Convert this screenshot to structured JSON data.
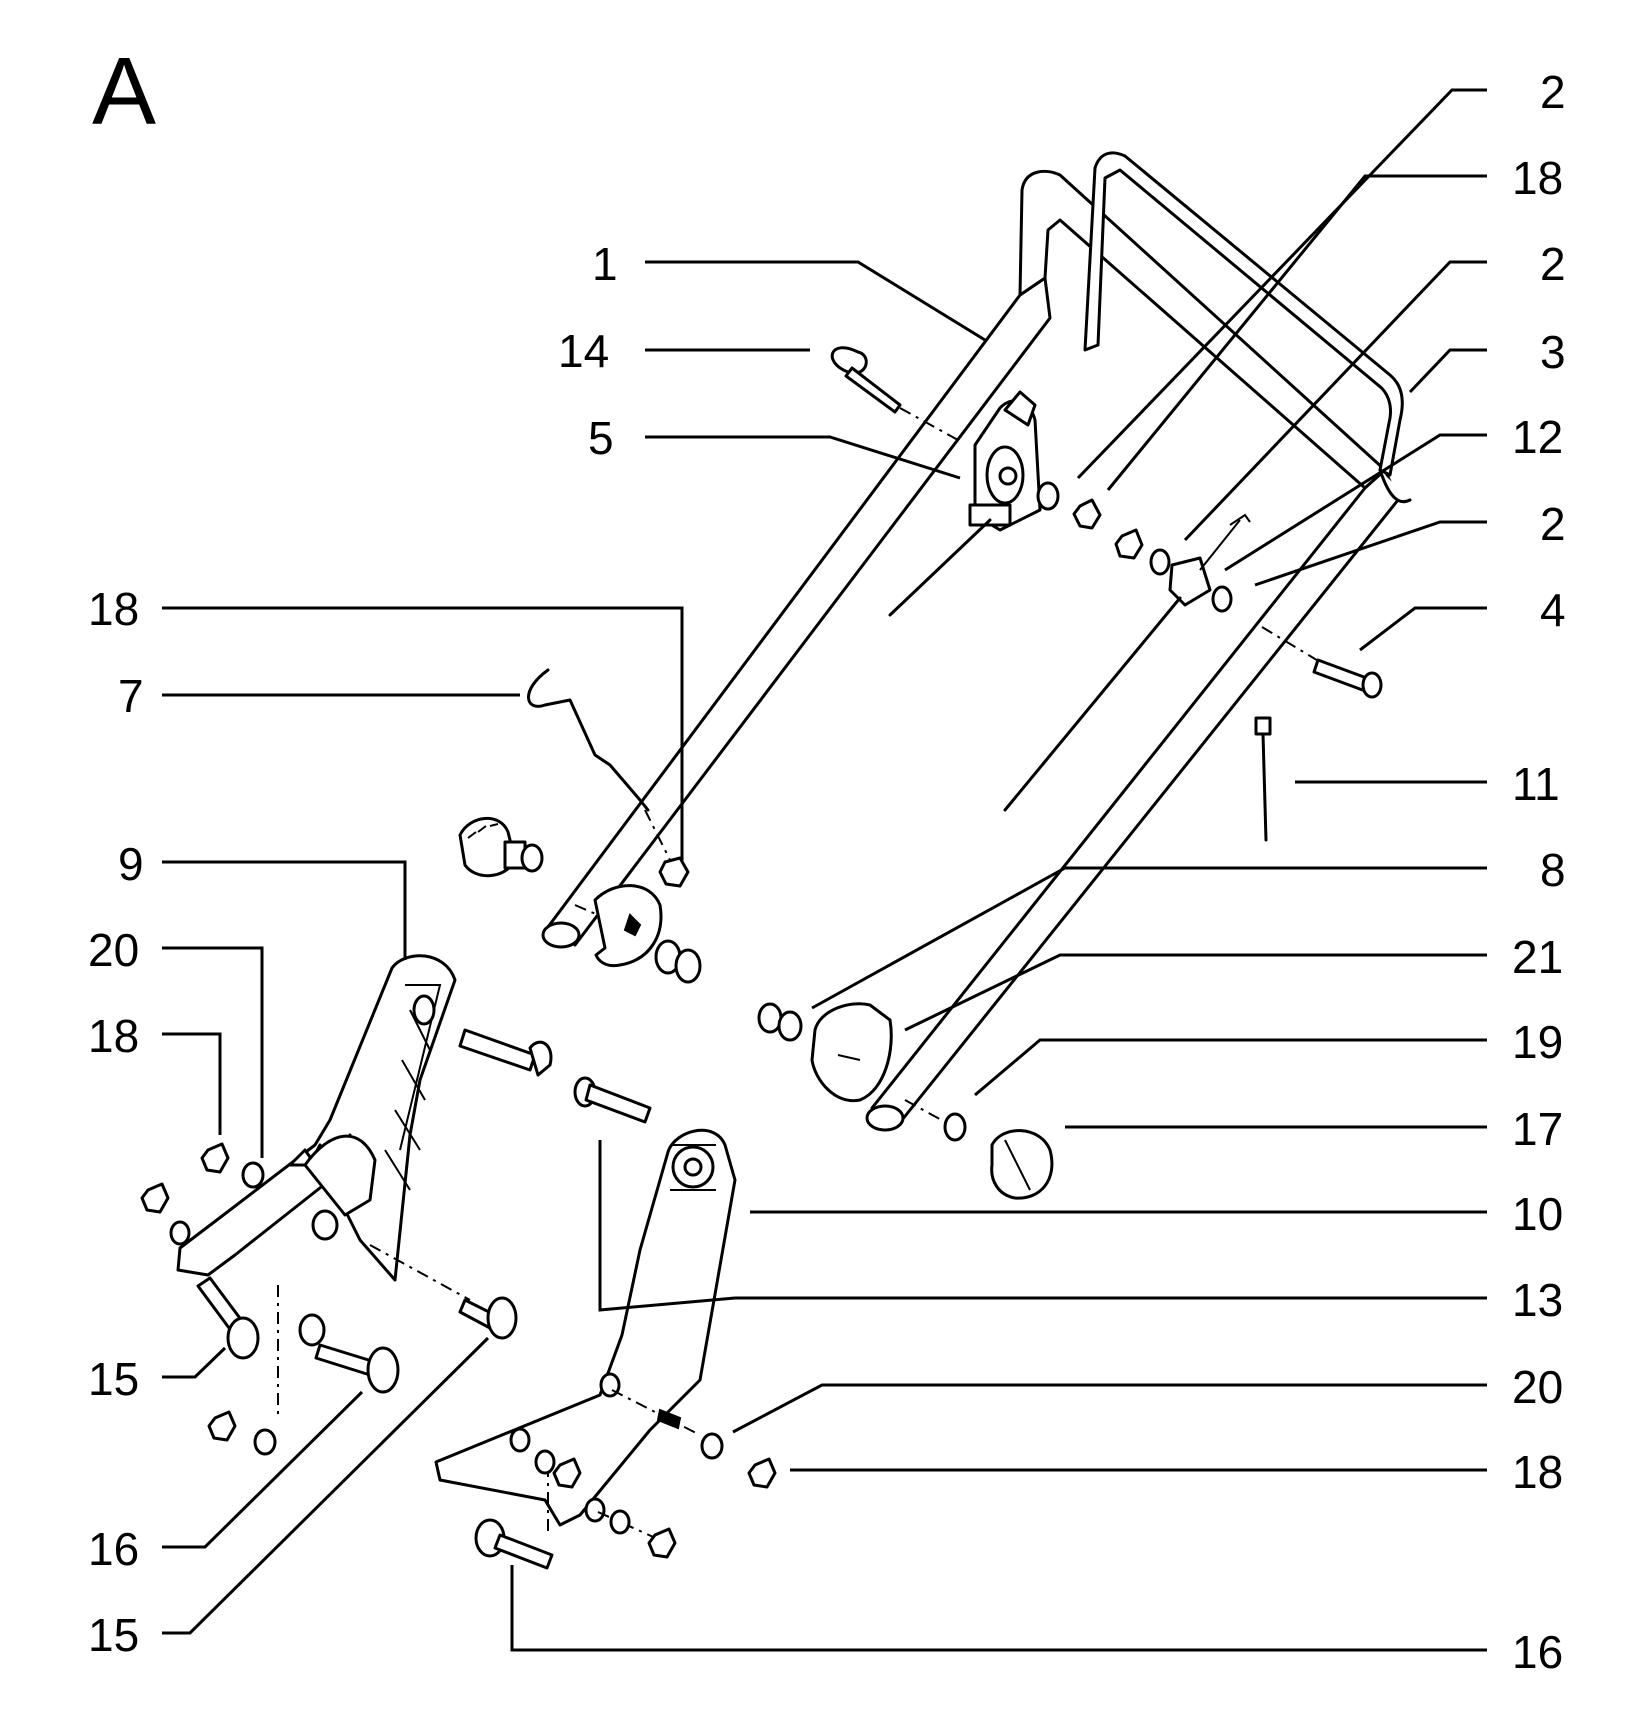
{
  "diagram": {
    "title": "A",
    "labels": {
      "l1": "1",
      "l14": "14",
      "l5": "5",
      "l18a": "18",
      "l7": "7",
      "l9": "9",
      "l20a": "20",
      "l18b": "18",
      "l15a": "15",
      "l16a": "16",
      "l15b": "15",
      "r2a": "2",
      "r18a": "18",
      "r2b": "2",
      "r3": "3",
      "r12": "12",
      "r2c": "2",
      "r4": "4",
      "r11": "11",
      "r8": "8",
      "r21": "21",
      "r19": "19",
      "r17": "17",
      "r10": "10",
      "r13": "13",
      "r20": "20",
      "r18b": "18",
      "r16": "16"
    }
  }
}
